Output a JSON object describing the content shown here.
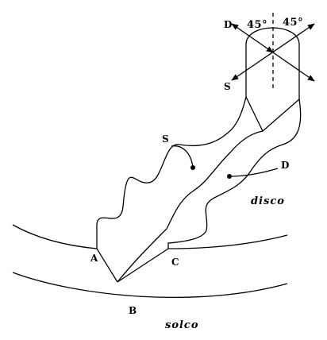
{
  "angles": {
    "left": "45°",
    "right": "45°"
  },
  "labels": {
    "d_top": "D",
    "s_top": "S",
    "s_mid": "S",
    "d_mid": "D",
    "a": "A",
    "b": "B",
    "c": "C"
  },
  "regions": {
    "disc": "disco",
    "groove": "solco"
  },
  "colors": {
    "ink": "#000000",
    "background": "#ffffff"
  }
}
